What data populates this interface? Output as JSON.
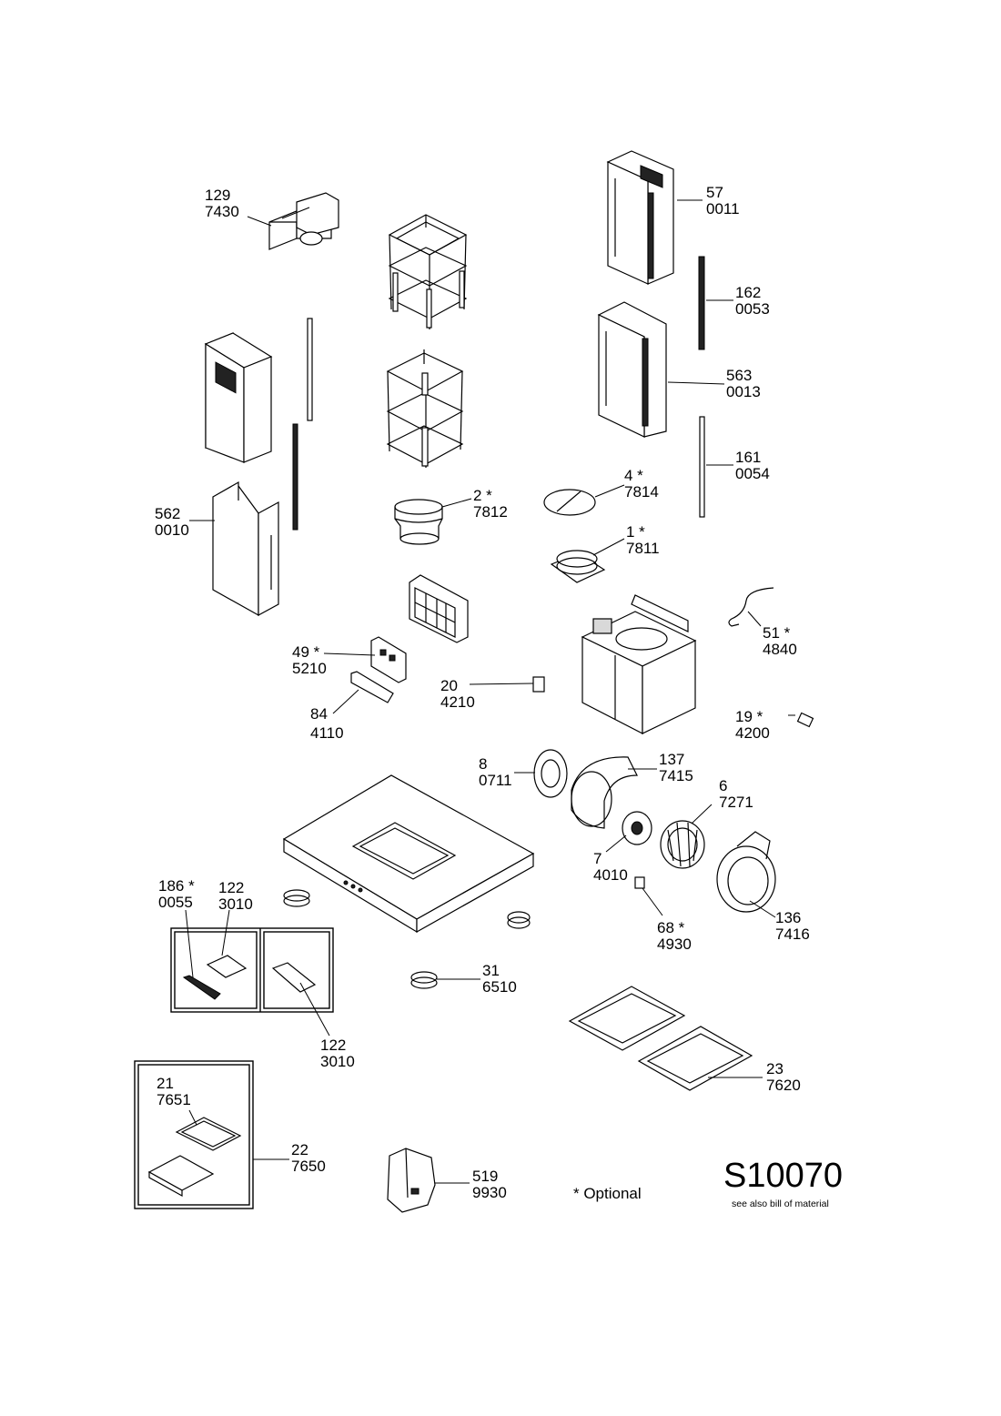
{
  "diagram": {
    "model": "S10070",
    "model_note": "see also bill of material",
    "optional_note": "* Optional",
    "parts": [
      {
        "key": "p129",
        "pos": "129",
        "code": "7430",
        "optional": false
      },
      {
        "key": "p57",
        "pos": "57",
        "code": "0011",
        "optional": false
      },
      {
        "key": "p162",
        "pos": "162",
        "code": "0053",
        "optional": false
      },
      {
        "key": "p563",
        "pos": "563",
        "code": "0013",
        "optional": false
      },
      {
        "key": "p161",
        "pos": "161",
        "code": "0054",
        "optional": false
      },
      {
        "key": "p4",
        "pos": "4 *",
        "code": "7814",
        "optional": true
      },
      {
        "key": "p2",
        "pos": "2 *",
        "code": "7812",
        "optional": true
      },
      {
        "key": "p1",
        "pos": "1 *",
        "code": "7811",
        "optional": true
      },
      {
        "key": "p562",
        "pos": "562",
        "code": "0010",
        "optional": false
      },
      {
        "key": "p51",
        "pos": "51 *",
        "code": "4840",
        "optional": true
      },
      {
        "key": "p49",
        "pos": "49 *",
        "code": "5210",
        "optional": true
      },
      {
        "key": "p20",
        "pos": "20",
        "code": "4210",
        "optional": false
      },
      {
        "key": "p84",
        "pos": "84",
        "code": "4110",
        "optional": false
      },
      {
        "key": "p19",
        "pos": "19 *",
        "code": "4200",
        "optional": true
      },
      {
        "key": "p8",
        "pos": "8",
        "code": "0711",
        "optional": false
      },
      {
        "key": "p137",
        "pos": "137",
        "code": "7415",
        "optional": false
      },
      {
        "key": "p6",
        "pos": "6",
        "code": "7271",
        "optional": false
      },
      {
        "key": "p7",
        "pos": "7",
        "code": "4010",
        "optional": false
      },
      {
        "key": "p186",
        "pos": "186 *",
        "code": "0055",
        "optional": true
      },
      {
        "key": "p122a",
        "pos": "122",
        "code": "3010",
        "optional": false
      },
      {
        "key": "p68",
        "pos": "68 *",
        "code": "4930",
        "optional": true
      },
      {
        "key": "p136",
        "pos": "136",
        "code": "7416",
        "optional": false
      },
      {
        "key": "p31",
        "pos": "31",
        "code": "6510",
        "optional": false
      },
      {
        "key": "p122b",
        "pos": "122",
        "code": "3010",
        "optional": false
      },
      {
        "key": "p23",
        "pos": "23",
        "code": "7620",
        "optional": false
      },
      {
        "key": "p21",
        "pos": "21",
        "code": "7651",
        "optional": false
      },
      {
        "key": "p22",
        "pos": "22",
        "code": "7650",
        "optional": false
      },
      {
        "key": "p519",
        "pos": "519",
        "code": "9930",
        "optional": false
      }
    ]
  }
}
